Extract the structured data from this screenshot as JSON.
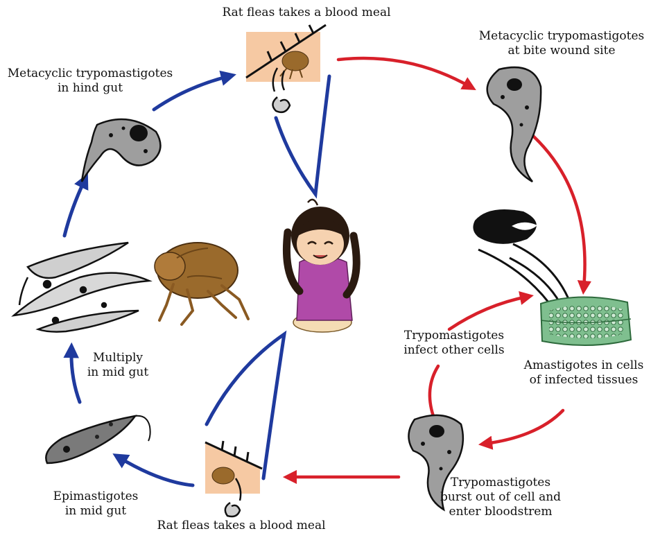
{
  "labels": {
    "top_meal": "Rat fleas takes a blood meal",
    "bottom_meal": "Rat fleas takes a blood meal",
    "bite_site": [
      "Metacyclic trypomastigotes",
      "at bite wound site"
    ],
    "hind_gut": [
      "Metacyclic trypomastigotes",
      "in hind gut"
    ],
    "multiply": [
      "Multiply",
      "in mid gut"
    ],
    "epimastigotes": [
      "Epimastigotes",
      "in mid gut"
    ],
    "infect_other": [
      "Trypomastigotes",
      "infect other cells"
    ],
    "amastigotes": [
      "Amastigotes in cells",
      "of infected tissues"
    ],
    "burst": [
      "Trypomastigotes",
      "burst out of cell and",
      "enter bloodstrem"
    ]
  },
  "colors": {
    "flea_stage_arrow": "#1f3a9e",
    "host_stage_arrow": "#d8202a",
    "outline": "#111111",
    "skin": "#f6c9a3",
    "flea_body": "#9a6a2c",
    "parasite_fill": "#9e9e9e",
    "tissue": "#7fbf8f"
  },
  "icons": [
    "rat-flea-icon",
    "child-host-icon",
    "trypomastigote-icon",
    "epimastigote-icon",
    "amastigote-cell-icon",
    "tissue-icon",
    "bite-skin-icon"
  ]
}
